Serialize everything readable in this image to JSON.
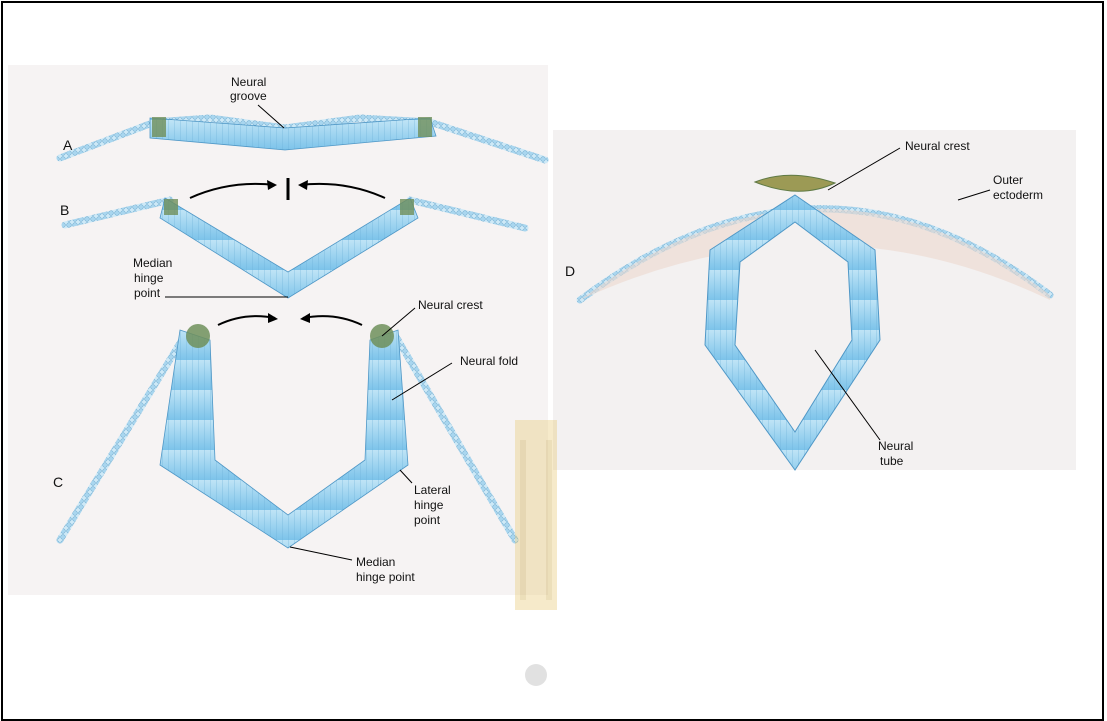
{
  "panel_left": {
    "stage_A": "A",
    "stage_B": "B",
    "stage_C": "C",
    "neural_groove": [
      "Neural",
      "groove"
    ],
    "median_hinge_top": [
      "Median",
      "hinge",
      "point"
    ],
    "neural_crest": "Neural crest",
    "neural_fold": "Neural fold",
    "lateral_hinge": [
      "Lateral",
      "hinge",
      "point"
    ],
    "median_hinge_bottom": [
      "Median",
      "hinge point"
    ]
  },
  "panel_right": {
    "stage_D": "D",
    "neural_crest": "Neural crest",
    "outer_ectoderm": [
      "Outer",
      "ectoderm"
    ],
    "neural_tube": [
      "Neural",
      "tube"
    ]
  },
  "colors": {
    "epithelium": "#9fd3ef",
    "epithelium_dark": "#5aaee0",
    "crest": "#6f8f5a",
    "panel_bg": "#f6f3f3",
    "mesenchyme": "#ecd9cf"
  }
}
